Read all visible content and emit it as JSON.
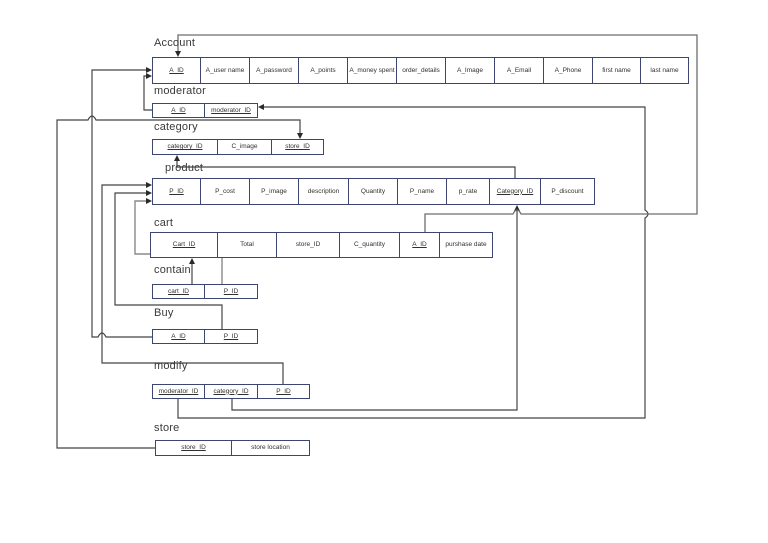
{
  "diagram": {
    "background_color": "#ffffff",
    "table_border_color": "#3d4670",
    "wire_color": "#454545",
    "wire_color_light": "#8a8a8a",
    "entities": [
      {
        "name": "Account",
        "columns": [
          {
            "label": "A_ID",
            "key": true
          },
          {
            "label": "A_user name",
            "key": false
          },
          {
            "label": "A_password",
            "key": false
          },
          {
            "label": "A_points",
            "key": false
          },
          {
            "label": "A_money spent",
            "key": false
          },
          {
            "label": "order_details",
            "key": false
          },
          {
            "label": "A_Image",
            "key": false
          },
          {
            "label": "A_Email",
            "key": false
          },
          {
            "label": "A_Phone",
            "key": false
          },
          {
            "label": "first name",
            "key": false
          },
          {
            "label": "last name",
            "key": false
          }
        ]
      },
      {
        "name": "moderator",
        "columns": [
          {
            "label": "A_ID",
            "key": true
          },
          {
            "label": "moderator_ID",
            "key": true
          }
        ]
      },
      {
        "name": "category",
        "columns": [
          {
            "label": "category_ID",
            "key": true
          },
          {
            "label": "C_image",
            "key": false
          },
          {
            "label": "store_ID",
            "key": true
          }
        ]
      },
      {
        "name": "product",
        "columns": [
          {
            "label": "P_ID",
            "key": true
          },
          {
            "label": "P_cost",
            "key": false
          },
          {
            "label": "P_image",
            "key": false
          },
          {
            "label": "description",
            "key": false
          },
          {
            "label": "Quantity",
            "key": false
          },
          {
            "label": "P_name",
            "key": false
          },
          {
            "label": "p_rate",
            "key": false
          },
          {
            "label": "Category_ID",
            "key": true
          },
          {
            "label": "P_discount",
            "key": false
          }
        ]
      },
      {
        "name": "cart",
        "columns": [
          {
            "label": "Cart_ID",
            "key": true
          },
          {
            "label": "Total",
            "key": false
          },
          {
            "label": "store_ID",
            "key": false
          },
          {
            "label": "C_quantity",
            "key": false
          },
          {
            "label": "A_ID",
            "key": true
          },
          {
            "label": "purshase date",
            "key": false
          }
        ]
      },
      {
        "name": "contain",
        "columns": [
          {
            "label": "cart_ID",
            "key": true
          },
          {
            "label": "P_ID",
            "key": true
          }
        ]
      },
      {
        "name": "Buy",
        "columns": [
          {
            "label": "A_ID",
            "key": true
          },
          {
            "label": "P_ID",
            "key": true
          }
        ]
      },
      {
        "name": "modify",
        "columns": [
          {
            "label": "moderator_ID",
            "key": true
          },
          {
            "label": "category_ID",
            "key": true
          },
          {
            "label": "P_ID",
            "key": true
          }
        ]
      },
      {
        "name": "store",
        "columns": [
          {
            "label": "store_ID",
            "key": true
          },
          {
            "label": "store location",
            "key": false
          }
        ]
      }
    ],
    "relationships": [
      {
        "from": "moderator.A_ID",
        "to": "Account.A_ID"
      },
      {
        "from": "Buy.A_ID",
        "to": "Account.A_ID"
      },
      {
        "from": "cart.A_ID",
        "to": "Account"
      },
      {
        "from": "modify.moderator_ID",
        "to": "moderator.moderator_ID"
      },
      {
        "from": "store.store_ID",
        "to": "category.store_ID"
      },
      {
        "from": "product.Category_ID",
        "to": "category.category_ID"
      },
      {
        "from": "modify.category_ID",
        "to": "product.Category_ID"
      },
      {
        "from": "modify.P_ID",
        "to": "product.P_ID"
      },
      {
        "from": "Buy.P_ID",
        "to": "product.P_ID"
      },
      {
        "from": "contain.P_ID",
        "to": "product.P_ID"
      },
      {
        "from": "contain.cart_ID",
        "to": "cart.Cart_ID"
      }
    ]
  }
}
